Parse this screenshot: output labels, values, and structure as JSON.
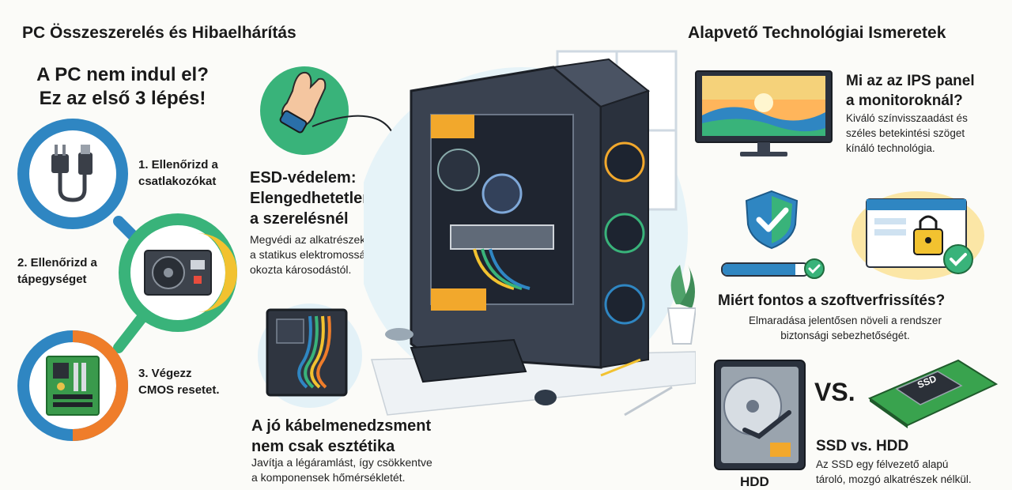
{
  "left": {
    "title": "PC Összeszerelés és Hibaelhárítás",
    "question_line1": "A PC nem indul el?",
    "question_line2": "Ez az első 3 lépés!",
    "steps": [
      {
        "line1": "1. Ellenőrizd a",
        "line2": "csatlakozókat",
        "icon": "power-plug-icon",
        "color": "#2f86c2"
      },
      {
        "line1": "2. Ellenőrizd a",
        "line2": "tápegységet",
        "icon": "power-supply-icon",
        "color": "#39b37a"
      },
      {
        "line1": "3. Végezz",
        "line2": "CMOS resetet.",
        "icon": "motherboard-icon",
        "color": "#ef7d2a"
      }
    ]
  },
  "middle": {
    "esd": {
      "title_lines": [
        "ESD-védelem:",
        "Elengedhetetlen",
        "a szerelésnél"
      ],
      "text_lines": [
        "Megvédi az alkatrészeket",
        "a statikus elektromosság",
        "okozta károsodástól."
      ]
    },
    "cable": {
      "title_lines": [
        "A jó kábelmenedzsment",
        "nem csak esztétika"
      ],
      "text_lines": [
        "Javítja a légáramlást, így csökkentve",
        "a komponensek hőmérsékletét."
      ]
    }
  },
  "right": {
    "title": "Alapvető Technológiai Ismeretek",
    "ips": {
      "title_lines": [
        "Mi az az IPS panel",
        "a monitoroknál?"
      ],
      "text_lines": [
        "Kiváló színvisszaadást és",
        "széles betekintési szöget",
        "kínáló technológia."
      ]
    },
    "update": {
      "title": "Miért fontos a szoftverfrissítés?",
      "text_lines": [
        "Elmaradása jelentősen növeli a rendszer",
        "biztonsági sebezhetőségét."
      ],
      "progress": 0.85
    },
    "storage": {
      "hdd_label": "HDD",
      "vs_label": "VS.",
      "ssd_chip_label": "SSD",
      "title": "SSD vs. HDD",
      "text_lines": [
        "Az SSD egy félvezető alapú",
        "tároló, mozgó alkatrészek nélkül."
      ]
    }
  },
  "colors": {
    "blue": "#2f86c2",
    "green": "#39b37a",
    "orange": "#ef7d2a",
    "yellow": "#f2c230",
    "teal": "#2fa4a0"
  }
}
